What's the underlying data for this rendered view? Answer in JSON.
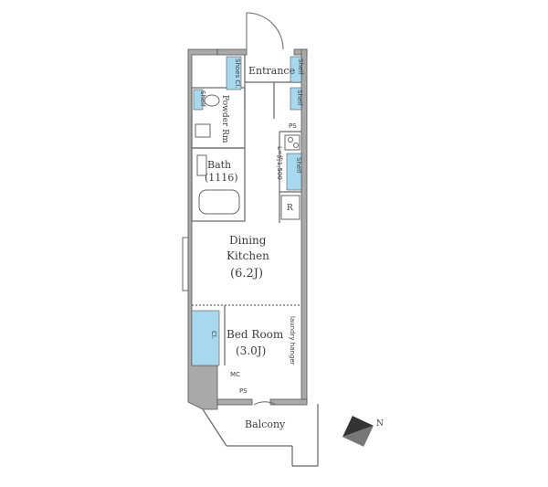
{
  "rooms": {
    "entrance": "Entrance",
    "shoes_cl": "Shoes Cl.",
    "shelf_right": "Shelf",
    "shelf_left": "Shelf",
    "shelf_small": "Shelf",
    "shelf_kitchen": "Shelf",
    "powder_rm": "Powder Rm",
    "bath": "Bath",
    "bath_size": "(1116)",
    "dining_kitchen": "Dining Kitchen",
    "dining_line1": "Dining",
    "dining_line2": "Kitchen",
    "dining_size": "(6.2J)",
    "bed_room": "Bed Room",
    "bed_size": "(3.0J)",
    "closet": "Cl.",
    "laundry_hanger": "laundry hanger",
    "balcony": "Balcony"
  },
  "labels": {
    "kitchen_length": "L=約1,500",
    "ps_top": "PS",
    "ps_bottom": "PS",
    "refrigerator": "R",
    "mc": "MC",
    "north": "N"
  },
  "colors": {
    "wall": "#a9a9a9",
    "wall_outline": "#555555",
    "storage": "#a8d8ee",
    "line": "#666666"
  }
}
